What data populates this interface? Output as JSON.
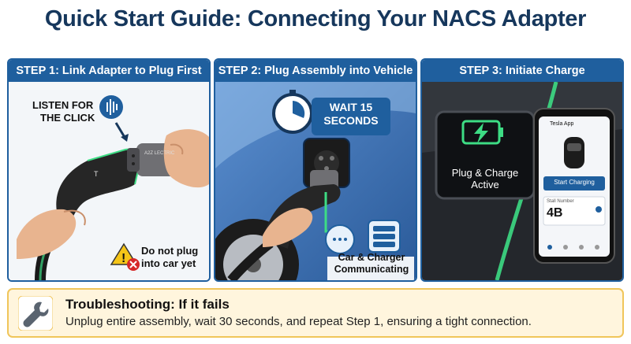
{
  "title": "Quick Start Guide: Connecting Your NACS Adapter",
  "steps": [
    {
      "header": "STEP 1: Link Adapter to Plug First",
      "listen": "LISTEN FOR",
      "listen2": "THE CLICK",
      "adapter_brand": "A2Z LECTRIC",
      "warning_line1": "Do not plug",
      "warning_line2": "into car yet"
    },
    {
      "header": "STEP 2: Plug Assembly into Vehicle",
      "wait_line1": "WAIT 15",
      "wait_line2": "SECONDS",
      "comm_line1": "Car & Charger",
      "comm_line2": "Communicating"
    },
    {
      "header": "STEP 3: Initiate Charge",
      "screen_line1": "Plug & Charge",
      "screen_line2": "Active",
      "phone_app": "Tesla App",
      "phone_button": "Start Charging",
      "stall_label": "Stall Number",
      "stall_value": "4B"
    }
  ],
  "troubleshooting": {
    "heading": "Troubleshooting: If it fails",
    "body": "Unplug entire assembly, wait 30 seconds, and repeat Step 1, ensuring a tight connection."
  },
  "colors": {
    "primary": "#1f5f9e",
    "title": "#16375c",
    "accent_green": "#3ddc84",
    "warning_yellow": "#f5c518",
    "error_red": "#d62828"
  }
}
